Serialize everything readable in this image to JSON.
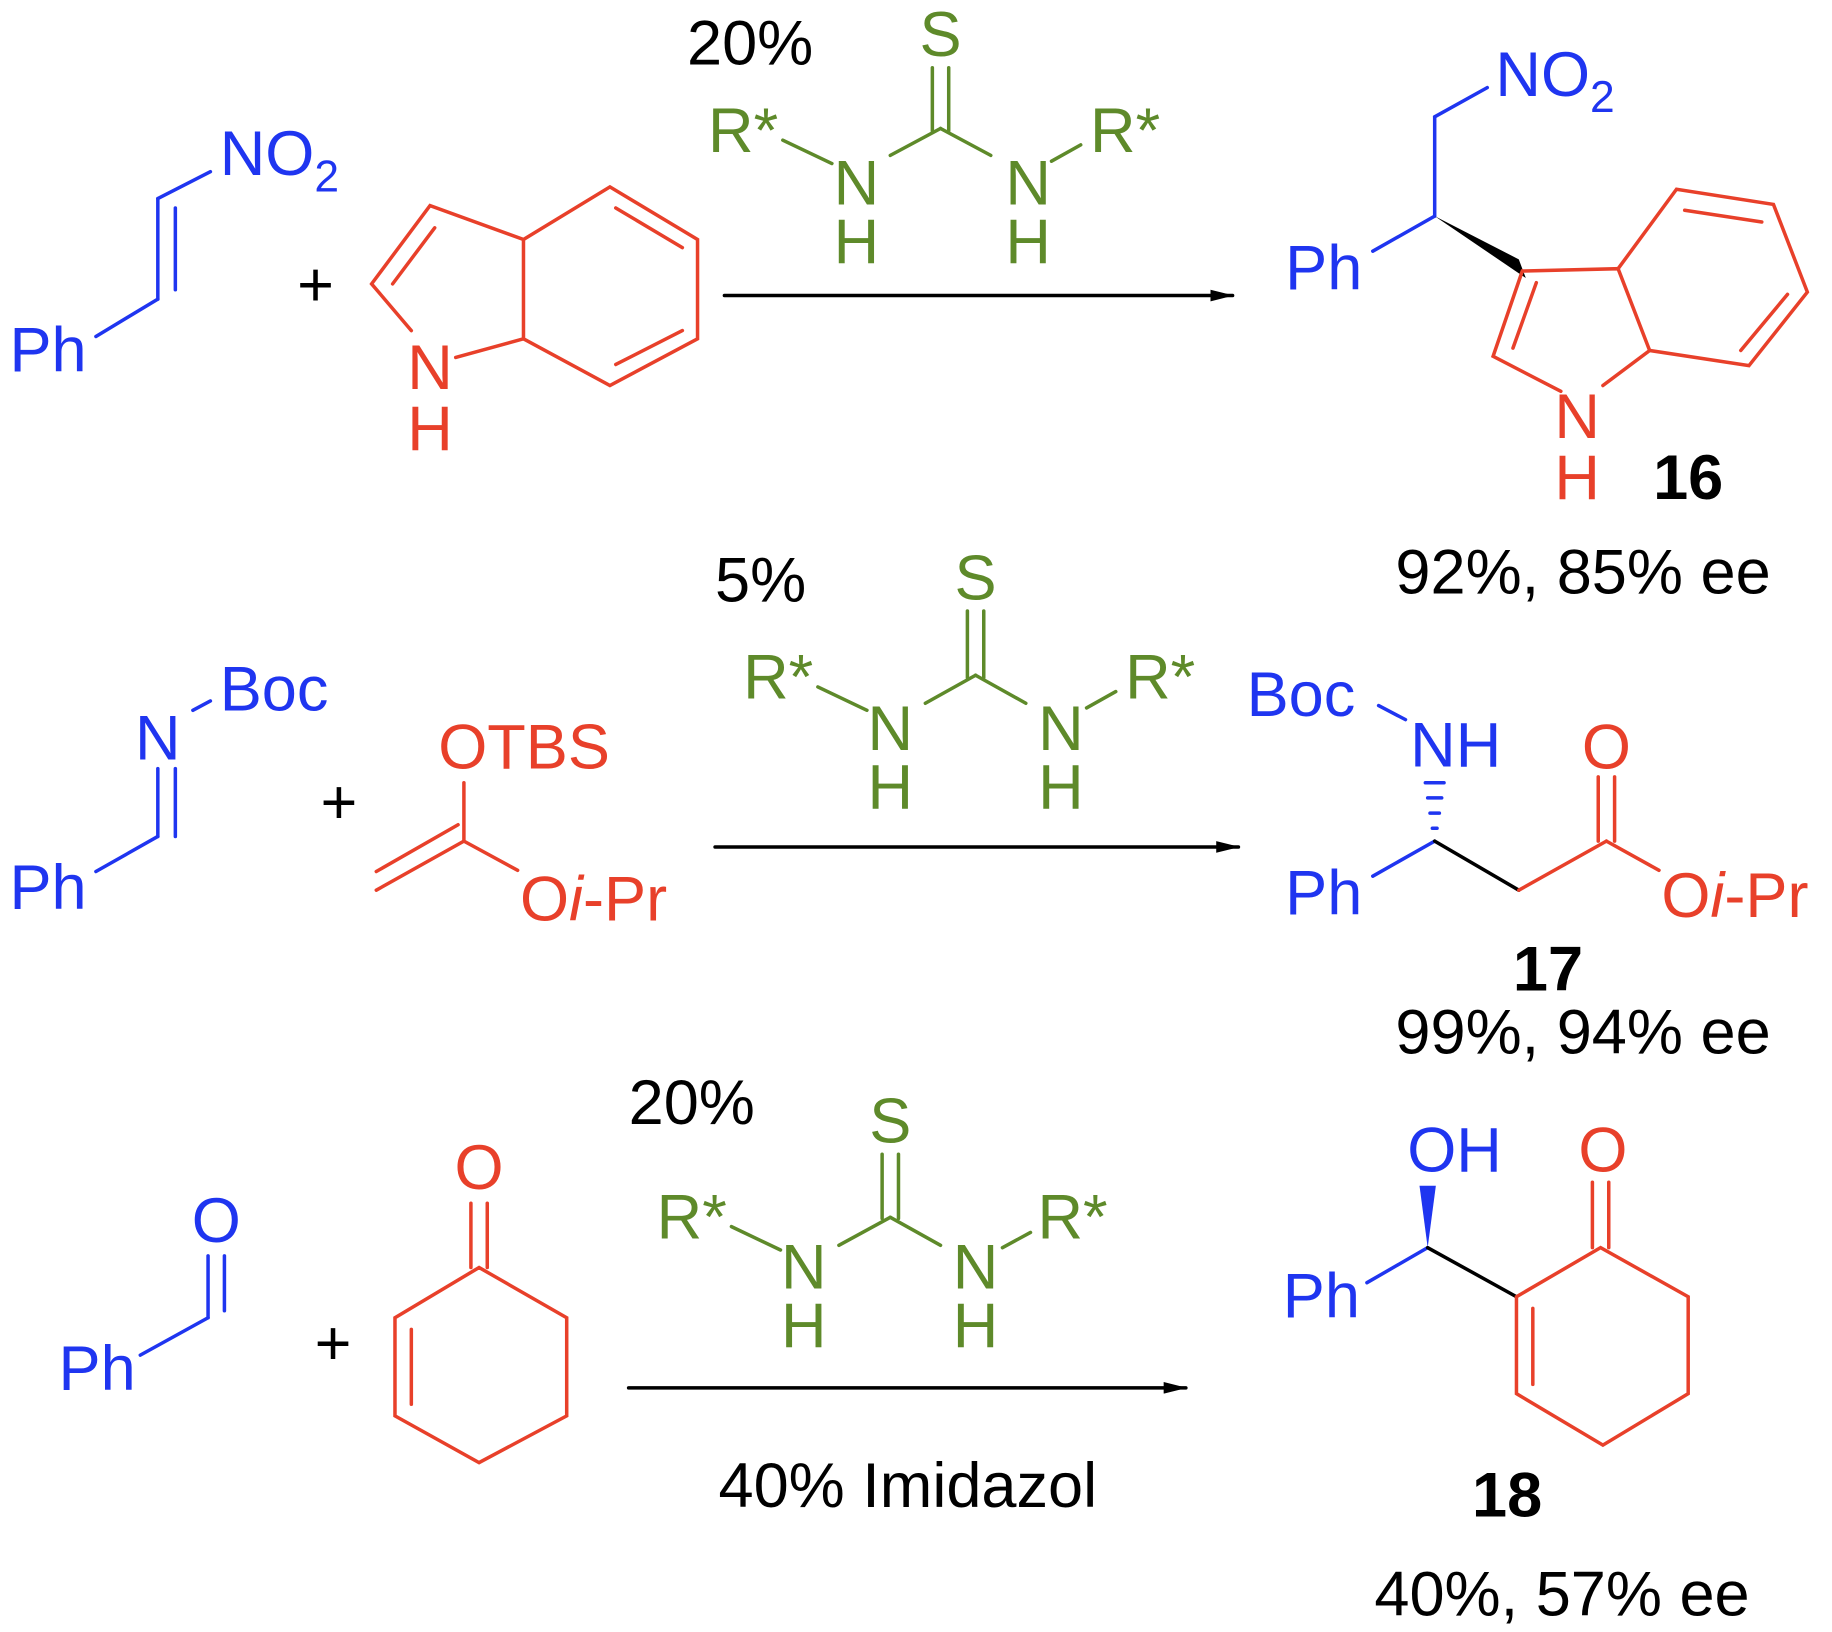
{
  "colors": {
    "reactant_a": "#1f35f0",
    "reactant_b": "#e8402a",
    "catalyst": "#5e8a2a",
    "text": "#000000"
  },
  "reaction1": {
    "nitrostyrene": {
      "ph": "Ph",
      "no": "NO",
      "sub": "2"
    },
    "plus": "+",
    "indole": {
      "n": "N",
      "h": "H"
    },
    "catalyst": {
      "loading": "20%",
      "s": "S",
      "r_left": "R*",
      "r_right": "R*",
      "n": "N",
      "h": "H"
    },
    "product": {
      "no": "NO",
      "sub": "2",
      "ph": "Ph",
      "n": "N",
      "h": "H",
      "label": "16",
      "result": "92%, 85% ee"
    }
  },
  "reaction2": {
    "imine": {
      "ph": "Ph",
      "n": "N",
      "boc": "Boc"
    },
    "plus": "+",
    "ketene_acetal": {
      "otbs": "OTBS",
      "o": "O",
      "i": "i",
      "pr": "-Pr"
    },
    "catalyst": {
      "loading": "5%",
      "s": "S",
      "r_left": "R*",
      "r_right": "R*",
      "n": "N",
      "h": "H"
    },
    "product": {
      "boc": "Boc",
      "nh": "NH",
      "ph": "Ph",
      "o_carbonyl": "O",
      "o": "O",
      "i": "i",
      "pr": "-Pr",
      "label": "17",
      "result": "99%, 94% ee"
    }
  },
  "reaction3": {
    "benzaldehyde": {
      "o": "O",
      "ph": "Ph"
    },
    "plus": "+",
    "cyclohexenone": {
      "o": "O"
    },
    "catalyst": {
      "loading": "20%",
      "s": "S",
      "r_left": "R*",
      "r_right": "R*",
      "n": "N",
      "h": "H"
    },
    "additive": "40% Imidazol",
    "product": {
      "oh": "OH",
      "o": "O",
      "ph": "Ph",
      "label": "18",
      "result": "40%, 57% ee"
    }
  }
}
